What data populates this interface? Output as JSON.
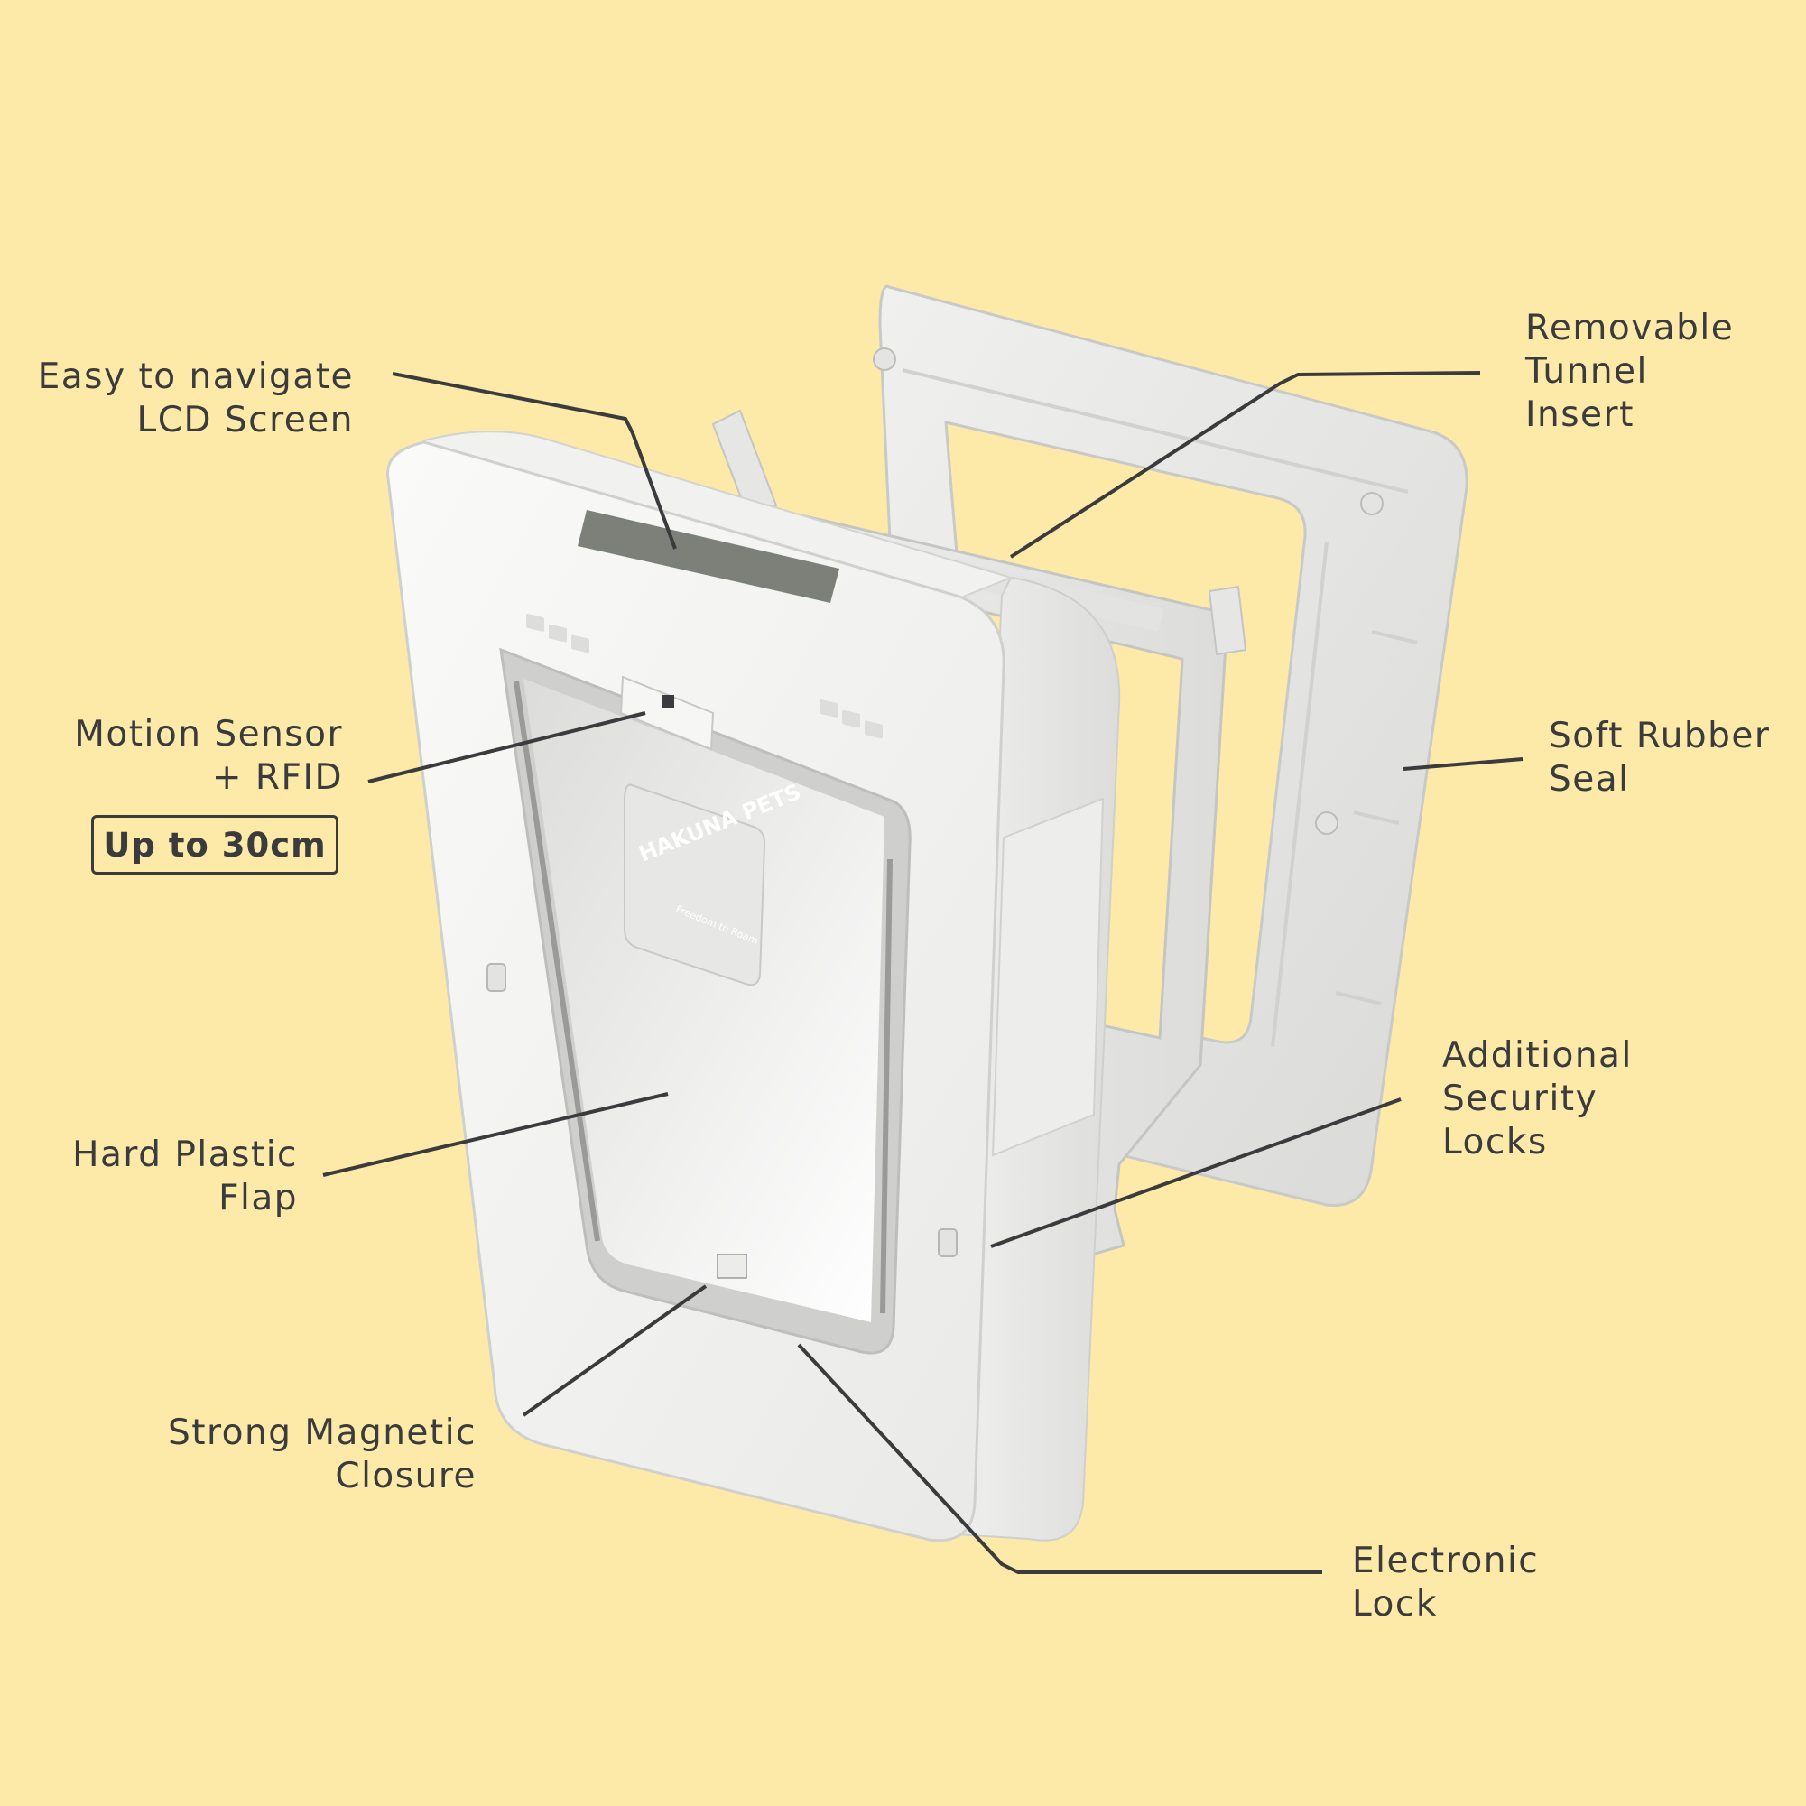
{
  "labels": {
    "lcd": [
      "Easy to navigate",
      "LCD Screen"
    ],
    "motion": [
      "Motion Sensor",
      "+ RFID"
    ],
    "motion_badge": "Up to 30cm",
    "flap": [
      "Hard Plastic",
      "Flap"
    ],
    "magnetic": [
      "Strong Magnetic",
      "Closure"
    ],
    "tunnel": [
      "Removable",
      "Tunnel",
      "Insert"
    ],
    "seal": [
      "Soft Rubber",
      "Seal"
    ],
    "security": [
      "Additional",
      "Security",
      "Locks"
    ],
    "electronic": [
      "Electronic",
      "Lock"
    ]
  },
  "product": {
    "logo_text": "HAKUNA PETS",
    "logo_tagline": "Freedom to Roam"
  },
  "colors": {
    "background": "#FDE9A8",
    "text": "#3a3b3d",
    "device_white": "#F4F4F3",
    "lcd_screen": "#7D8078",
    "leader_line": "#3a3b3d"
  }
}
